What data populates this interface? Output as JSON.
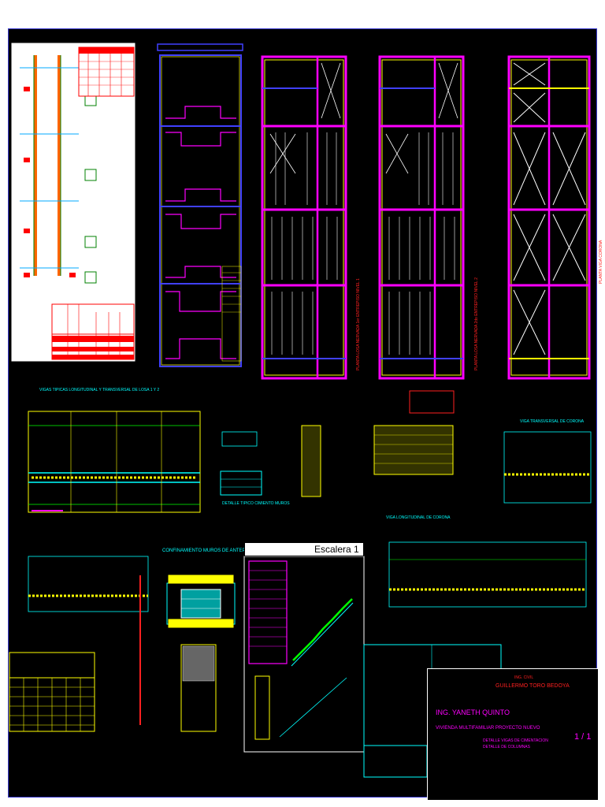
{
  "drawing": {
    "escalera_title": "Escalera 1",
    "label_red": "PLANTA LOSA NERVADA 1er ENTREPISO NIVEL 1",
    "label_red2": "PLANTA LOSA NERVADA 2do ENTREPISO NIVEL 2",
    "label_red3": "PLANTA VIGA CORONA",
    "section_viga_long": "VIGAS TIPICAS LONGITUDINAL Y TRANSVERSAL DE LOSA 1 Y 2",
    "section_viga_transv": "VIGA TRANSVERSAL DE CORONA",
    "section_viga_long2": "VIGA LONGITUDINAL DE CORONA",
    "section_confinamiento": "CONFINAMIENTO MUROS DE ANTEPECHO",
    "section_detalle_muros": "DETALLE TIPICO CIMIENTO MUROS"
  },
  "title_block": {
    "owner_line1": "GUILLERMO TORO BEDOYA",
    "owner_line2": "ING. CIVIL",
    "engineer": "ING. YANETH QUINTO",
    "project": "VIVIENDA MULTIFAMILIAR PROYECTO NUEVO",
    "content1": "DETALLE VIGAS DE CIMENTACION",
    "content2": "DETALLE DE COLUMNAS",
    "sheet": "1 / 1"
  },
  "colors": {
    "yellow": "#ffff00",
    "magenta": "#ff00ff",
    "cyan": "#00ffff",
    "red": "#ff2020",
    "green": "#00c000",
    "blue": "#4040ff",
    "white": "#ffffff"
  }
}
